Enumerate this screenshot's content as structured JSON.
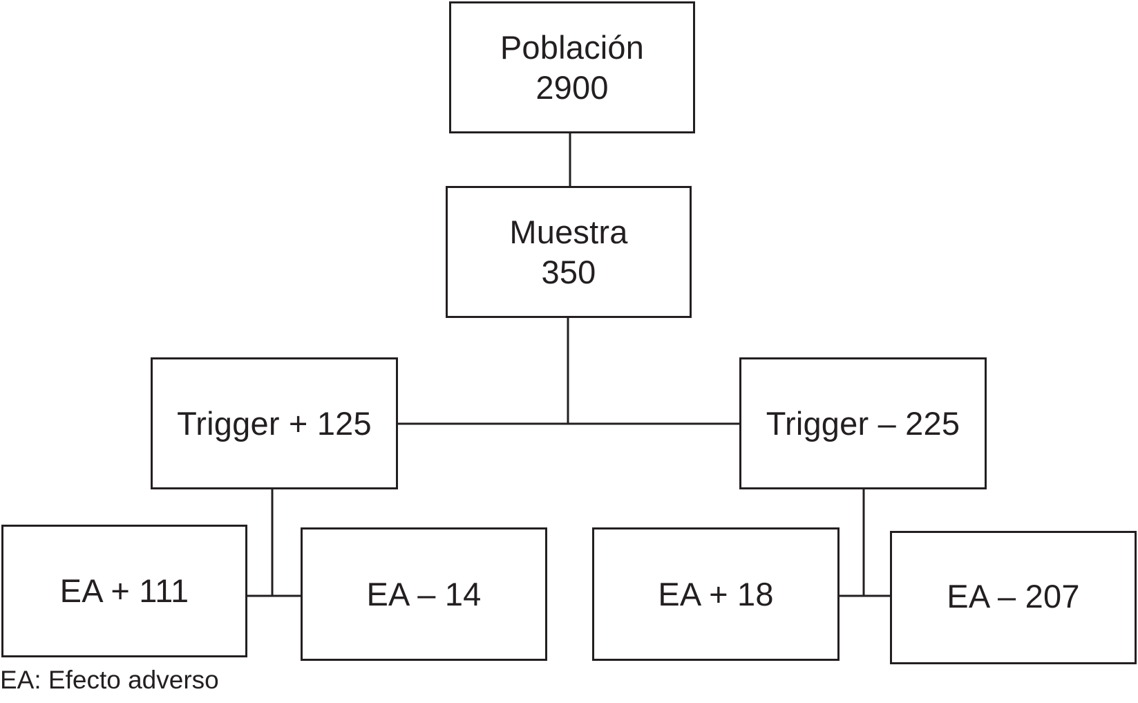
{
  "diagram": {
    "population": {
      "label": "Población",
      "value": "2900"
    },
    "sample": {
      "label": "Muestra",
      "value": "350"
    },
    "trigger_positive": {
      "text": "Trigger + 125"
    },
    "trigger_negative": {
      "text": "Trigger – 225"
    },
    "ea_positive_under_trigger_positive": {
      "text": "EA + 111"
    },
    "ea_negative_under_trigger_positive": {
      "text": "EA – 14"
    },
    "ea_positive_under_trigger_negative": {
      "text": "EA + 18"
    },
    "ea_negative_under_trigger_negative": {
      "text": "EA – 207"
    },
    "legend_note": "EA: Efecto adverso"
  },
  "colors": {
    "stroke": "#231f20",
    "background": "#ffffff",
    "text": "#231f20"
  }
}
